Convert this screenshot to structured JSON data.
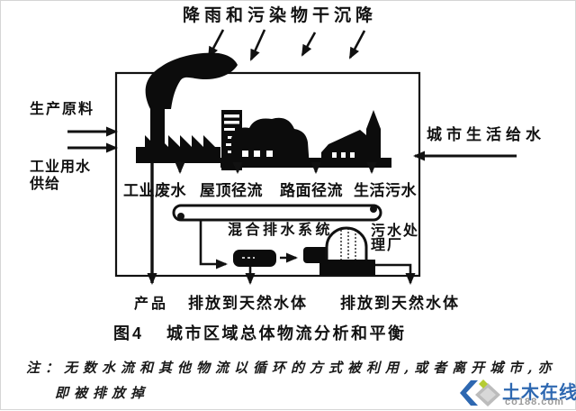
{
  "diagram": {
    "top_label": "降雨和污染物干沉降",
    "left_inputs": {
      "raw_materials": "生产原料",
      "industrial_water_line1": "工业用水",
      "industrial_water_line2": "供给"
    },
    "right_input": "城市生活给水",
    "flow_labels": {
      "industrial_wastewater": "工业废水",
      "roof_runoff": "屋顶径流",
      "road_runoff": "路面径流",
      "domestic_sewage": "生活污水"
    },
    "combined_drainage": "混合排水系统",
    "treatment_plant_line1": "污水处",
    "treatment_plant_line2": "理厂",
    "outputs": {
      "product": "产品",
      "discharge_left": "排放到天然水体",
      "discharge_right": "排放到天然水体"
    }
  },
  "caption": {
    "figure_no": "图4",
    "title": "城市区域总体物流分析和平衡"
  },
  "note": {
    "line1": "注：无数水流和其他物流以循环的方式被利用,或者离开城市,亦",
    "line2": "即被排放掉"
  },
  "logo": {
    "site_name": "土木在线",
    "site_domain": "co188.com"
  },
  "colors": {
    "ink": "#111111",
    "logo_blue": "#2e68b1",
    "logo_silver": "#bcbcbc",
    "logo_green": "#b5cc33",
    "note_gray": "#9a9a9a"
  }
}
